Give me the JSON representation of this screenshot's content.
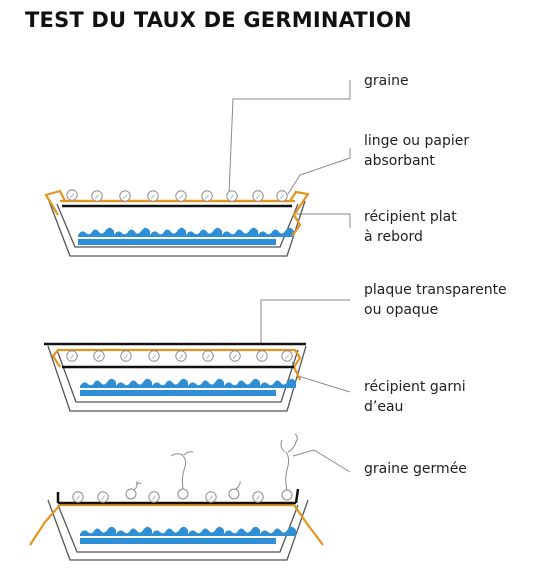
{
  "title": "TEST DU TAUX DE GERMINATION",
  "labels": {
    "graine": "graine",
    "linge_1": "linge ou papier",
    "linge_2": "absorbant",
    "recipient_1": "récipient plat",
    "recipient_2": "à rebord",
    "plaque_1": "plaque transparente",
    "plaque_2": "ou opaque",
    "garni_1": "récipient garni",
    "garni_2": "d’eau",
    "germee": "graine germée"
  },
  "colors": {
    "cloth": "#e3951f",
    "water": "#2f8fd6",
    "container": "#555555",
    "plate": "#111111",
    "leader": "#8a8a8a"
  }
}
